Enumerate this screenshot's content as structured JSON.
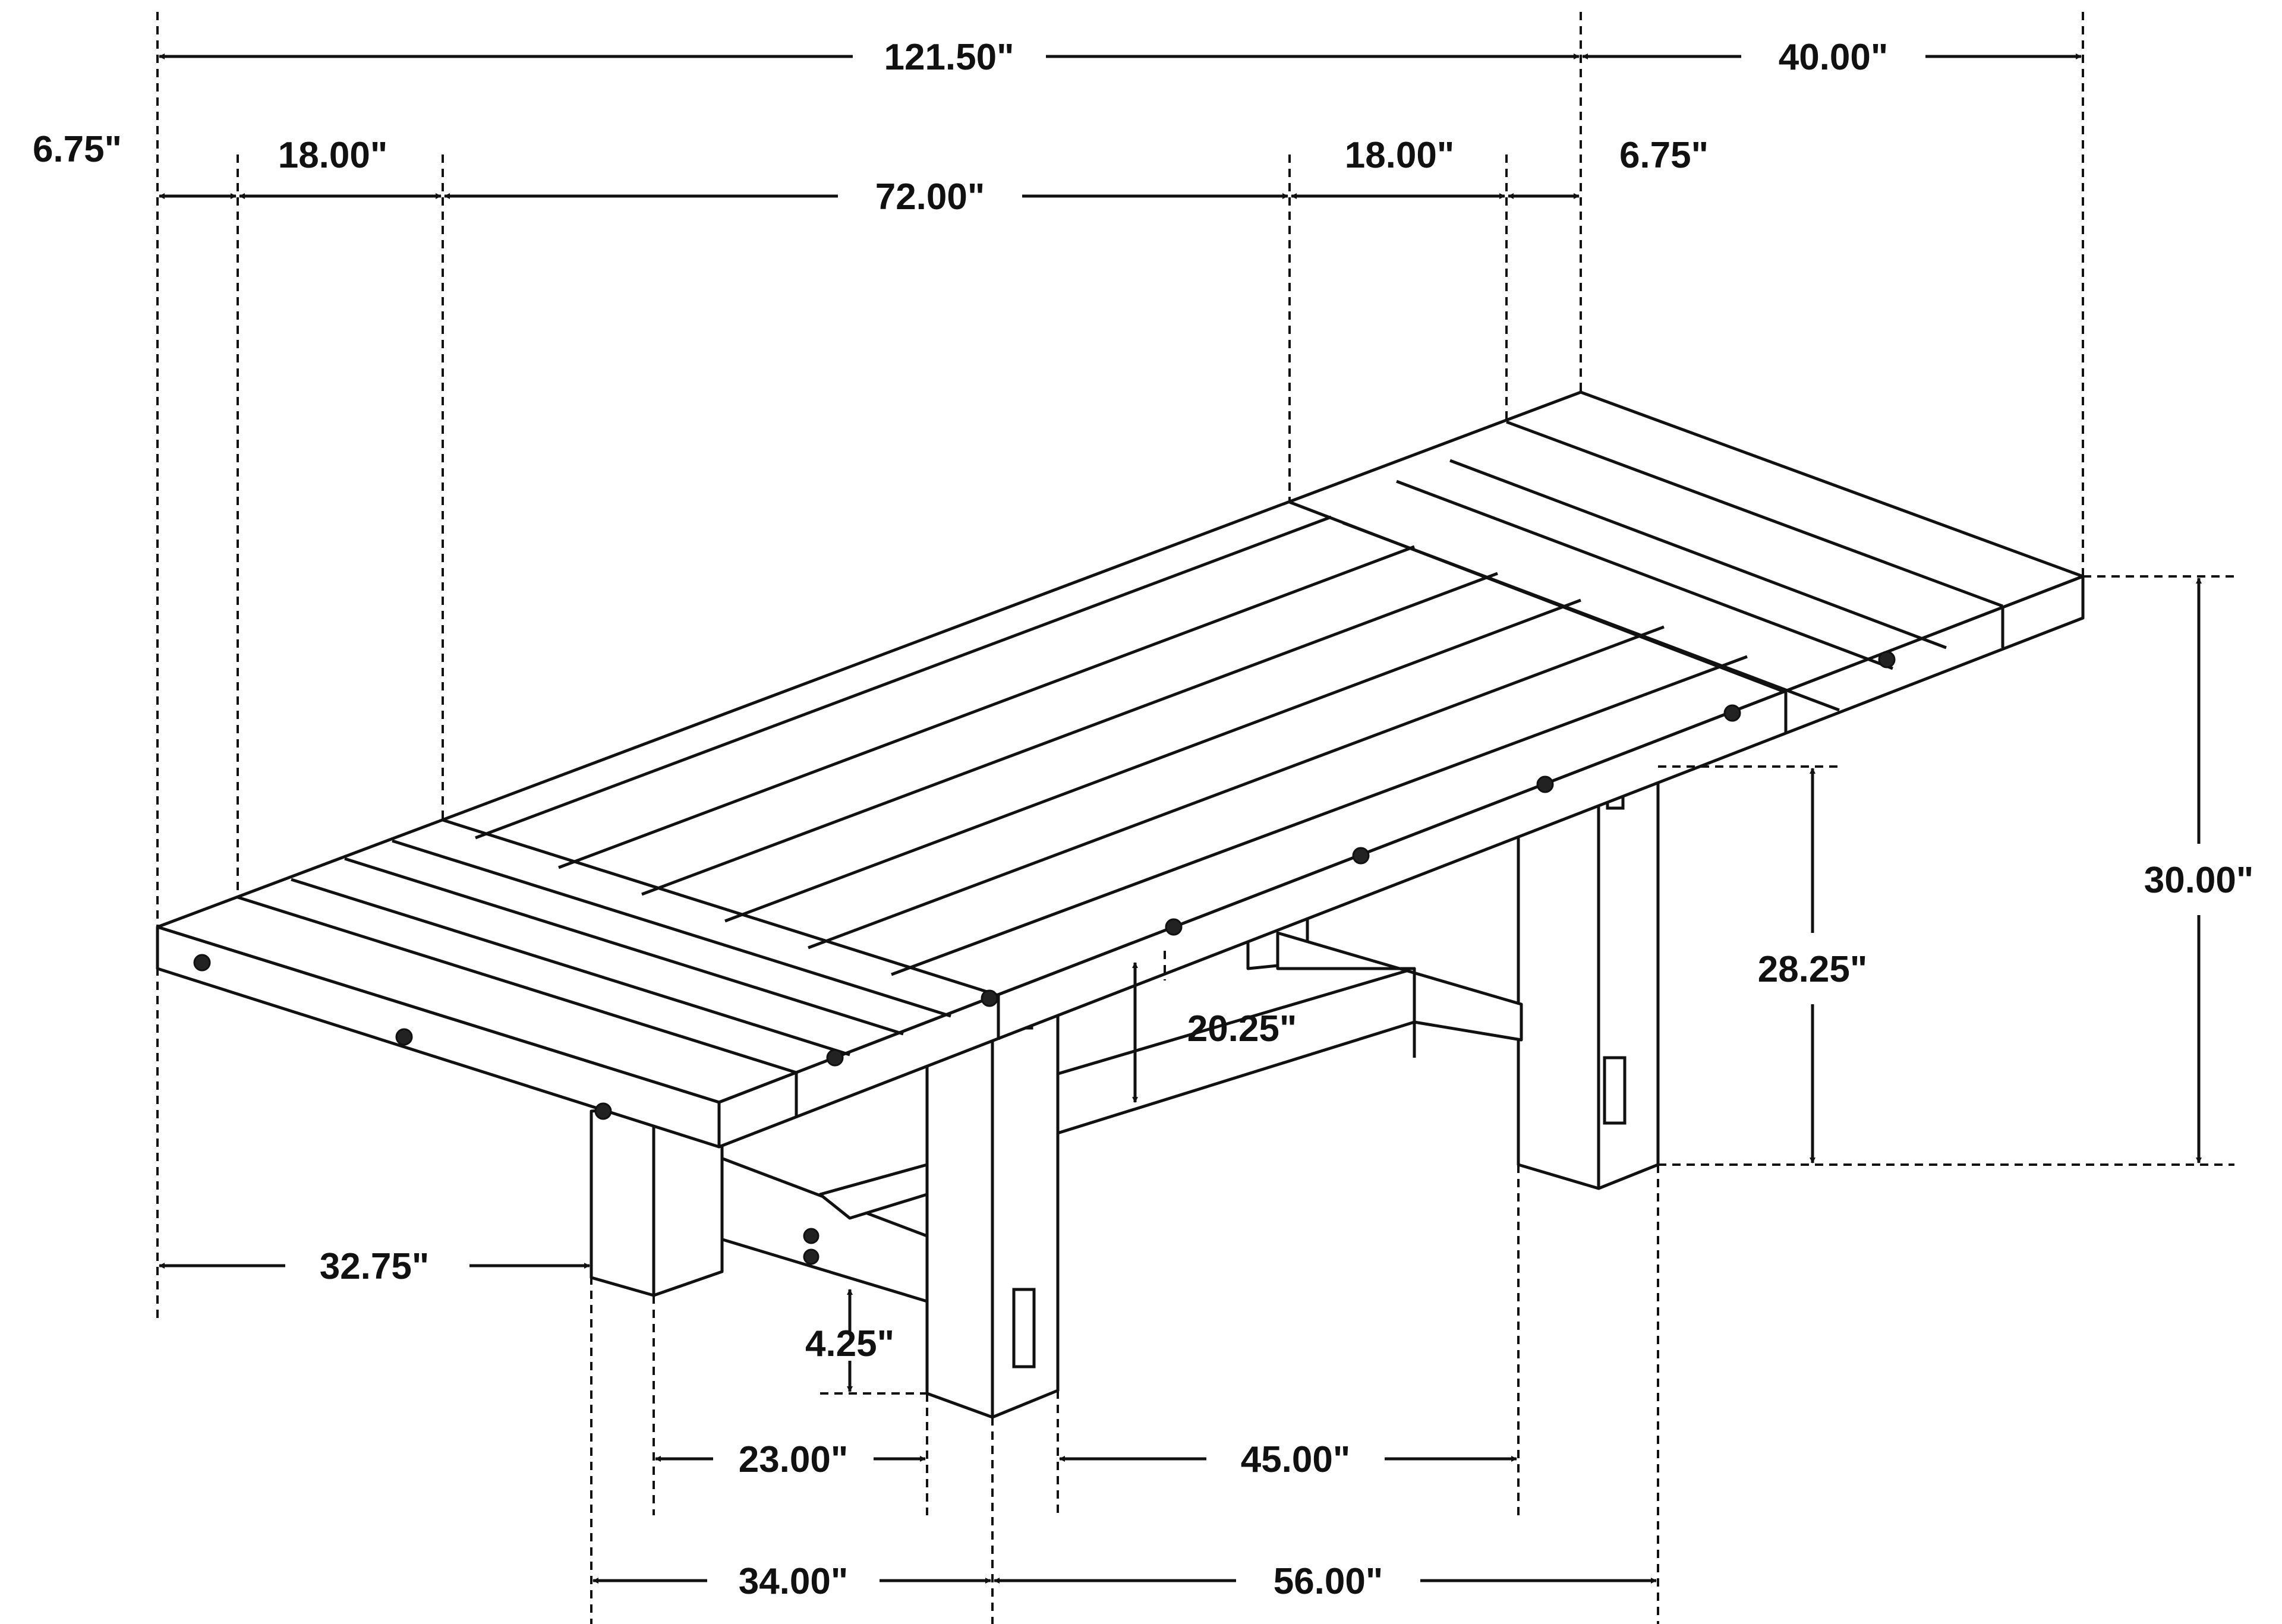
{
  "drawing": {
    "subject": "trestle dining table with extension leaves",
    "line_color": "#111111",
    "background_color": "#ffffff"
  },
  "dimensions": {
    "overall_length": "121.50\"",
    "top_width": "40.00\"",
    "end_overhang_left": "6.75\"",
    "leaf_left": "18.00\"",
    "center_top": "72.00\"",
    "leaf_right": "18.00\"",
    "end_overhang_right": "6.75\"",
    "overall_height": "30.00\"",
    "height_under_top": "28.25\"",
    "stretcher_clearance": "20.25\"",
    "overhang_to_leg": "32.75\"",
    "foot_height": "4.25\"",
    "leg_inner_span": "23.00\"",
    "center_clearance": "45.00\"",
    "leg_span_short": "34.00\"",
    "leg_span_long": "56.00\""
  }
}
